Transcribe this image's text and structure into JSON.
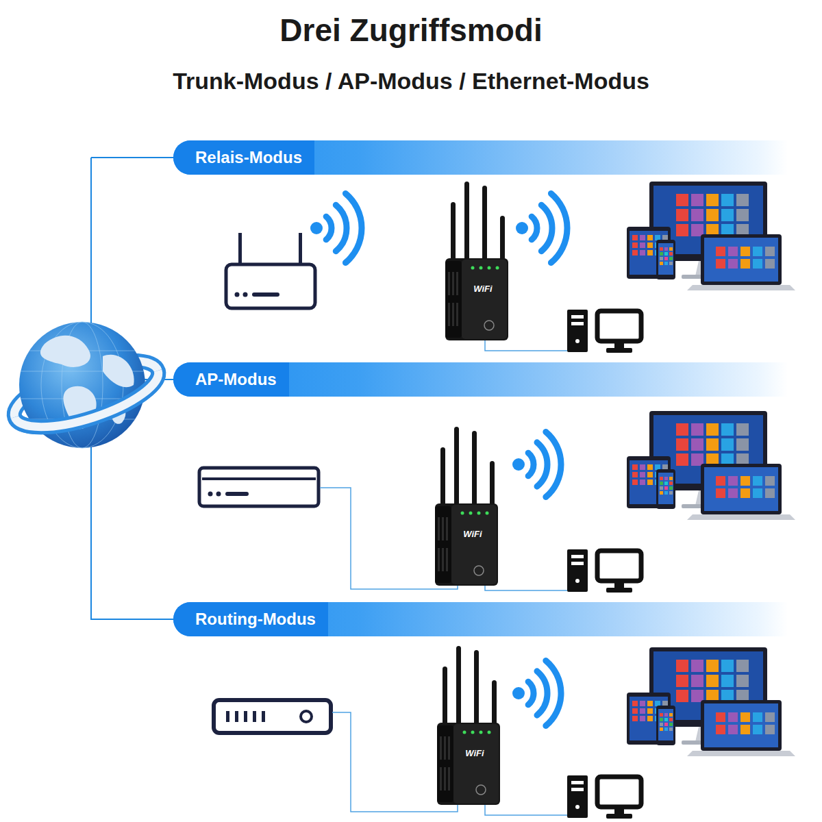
{
  "diagram": {
    "title": "Drei Zugriffsmodi",
    "nodes": [
      {
        "text": [
          "Relais-Modus"
        ]
      },
      {
        "text": [
          "AP-Modus"
        ]
      },
      {
        "text": [
          "Routing-Modus"
        ]
      }
    ],
    "labels": [
      "Trunk-Modus / AP-Modus / Ethernet-Modus",
      "WiFi",
      "WiFi",
      "WiFi"
    ]
  }
}
